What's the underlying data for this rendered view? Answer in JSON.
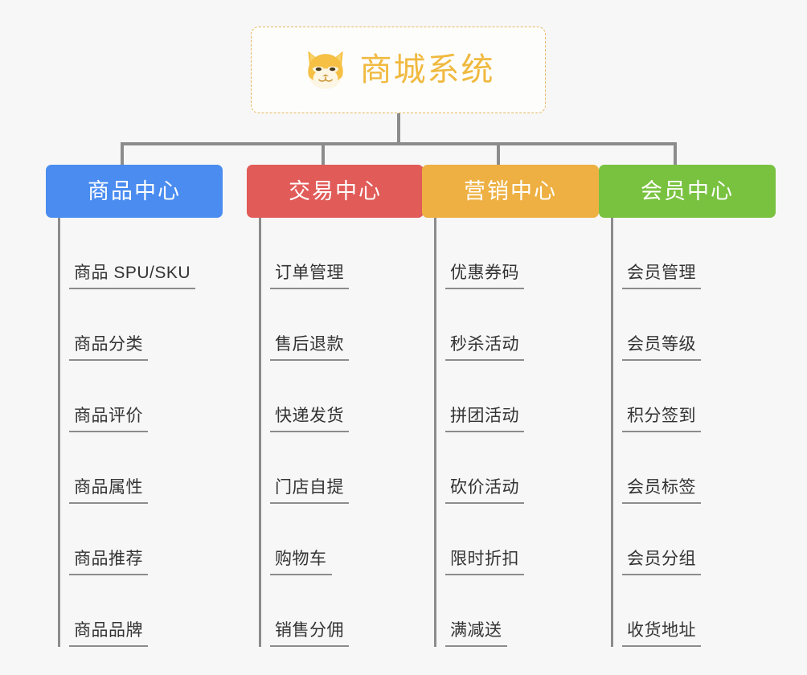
{
  "root": {
    "title": "商城系统",
    "icon": "shiba-dog-icon",
    "border_color": "#e8b95f",
    "text_color": "#f0b93f",
    "background": "#fdfdfc"
  },
  "canvas": {
    "background": "#f7f7f7",
    "connector_color": "#8c8c8c"
  },
  "columns": [
    {
      "id": "product-center",
      "label": "商品中心",
      "color": "#4a8cf0",
      "items": [
        {
          "label": "商品 SPU/SKU"
        },
        {
          "label": "商品分类"
        },
        {
          "label": "商品评价"
        },
        {
          "label": "商品属性"
        },
        {
          "label": "商品推荐"
        },
        {
          "label": "商品品牌"
        }
      ]
    },
    {
      "id": "trade-center",
      "label": "交易中心",
      "color": "#e15b58",
      "items": [
        {
          "label": "订单管理"
        },
        {
          "label": "售后退款"
        },
        {
          "label": "快递发货"
        },
        {
          "label": "门店自提"
        },
        {
          "label": "购物车"
        },
        {
          "label": "销售分佣"
        }
      ]
    },
    {
      "id": "marketing-center",
      "label": "营销中心",
      "color": "#eeb042",
      "items": [
        {
          "label": "优惠券码"
        },
        {
          "label": "秒杀活动"
        },
        {
          "label": "拼团活动"
        },
        {
          "label": "砍价活动"
        },
        {
          "label": "限时折扣"
        },
        {
          "label": "满减送"
        }
      ]
    },
    {
      "id": "member-center",
      "label": "会员中心",
      "color": "#79c240",
      "items": [
        {
          "label": "会员管理"
        },
        {
          "label": "会员等级"
        },
        {
          "label": "积分签到"
        },
        {
          "label": "会员标签"
        },
        {
          "label": "会员分组"
        },
        {
          "label": "收货地址"
        }
      ]
    }
  ]
}
